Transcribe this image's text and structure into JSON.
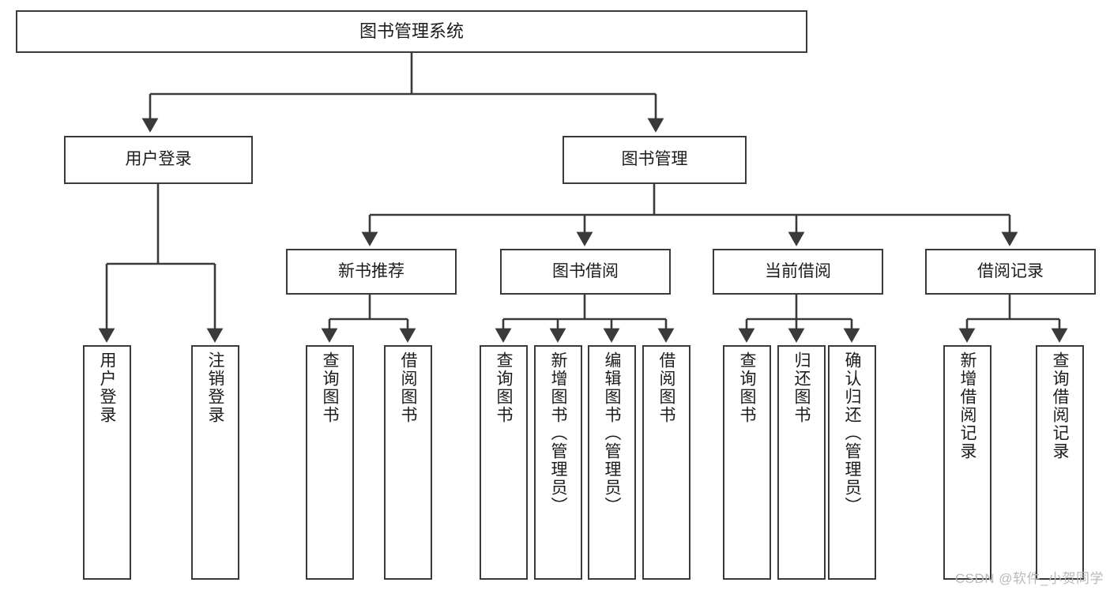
{
  "diagram": {
    "title": "图书管理系统",
    "type": "hierarchy-tree",
    "root": {
      "label": "图书管理系统"
    },
    "level2": [
      {
        "label": "用户登录"
      },
      {
        "label": "图书管理"
      }
    ],
    "level3": [
      {
        "label": "新书推荐"
      },
      {
        "label": "图书借阅"
      },
      {
        "label": "当前借阅"
      },
      {
        "label": "借阅记录"
      }
    ],
    "leaves": {
      "user_login": [
        {
          "label": "用户登录"
        },
        {
          "label": "注销登录"
        }
      ],
      "new_book_recommend": [
        {
          "label": "查询图书"
        },
        {
          "label": "借阅图书"
        }
      ],
      "book_borrow": [
        {
          "label": "查询图书"
        },
        {
          "label": "新增图书（管理员）"
        },
        {
          "label": "编辑图书（管理员）"
        },
        {
          "label": "借阅图书"
        }
      ],
      "current_borrow": [
        {
          "label": "查询图书"
        },
        {
          "label": "归还图书"
        },
        {
          "label": "确认归还（管理员）"
        }
      ],
      "borrow_record": [
        {
          "label": "新增借阅记录"
        },
        {
          "label": "查询借阅记录"
        }
      ]
    }
  },
  "watermark": {
    "text": "CSDN @软件_小贺同学"
  },
  "colors": {
    "stroke": "#3a3a3a",
    "fill": "#ffffff",
    "text": "#1c1c1c",
    "watermark": "#b9b9b9"
  }
}
